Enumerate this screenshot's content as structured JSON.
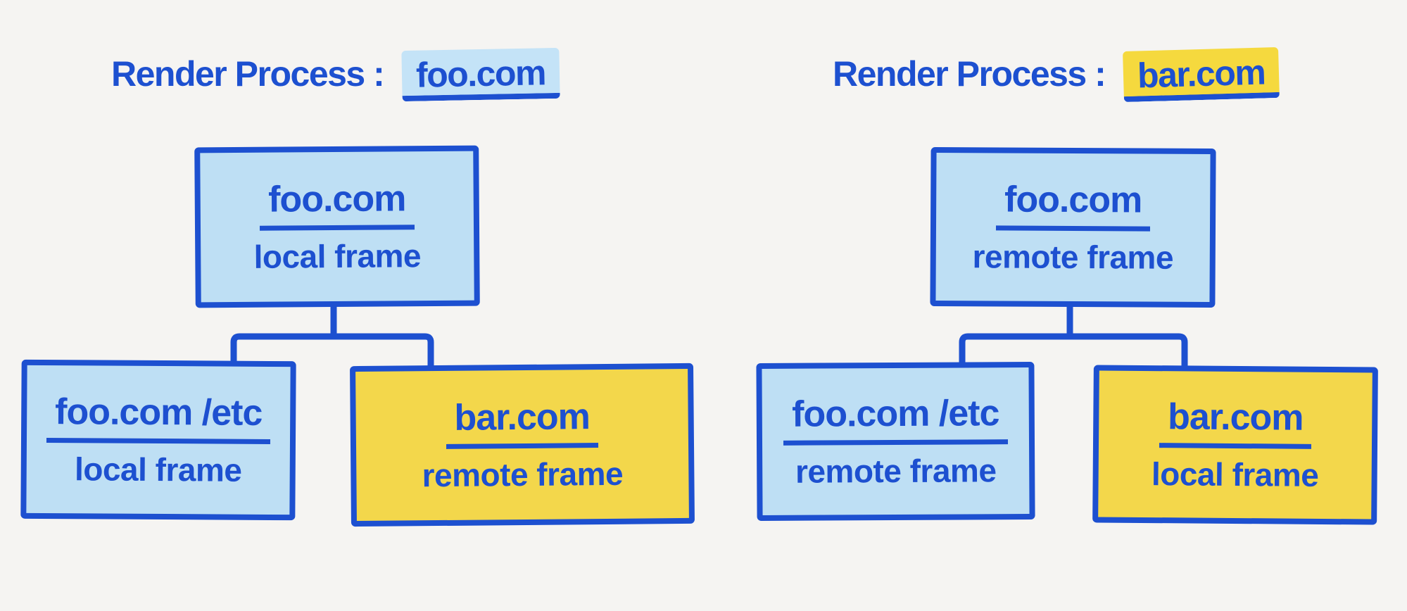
{
  "colors": {
    "bg": "#f5f4f2",
    "ink": "#1d50d0",
    "light_blue": "#bedff4",
    "yellow": "#f3d74b",
    "hl_blue": "#c4e3f7",
    "hl_yellow": "#f5d93e"
  },
  "diagrams": [
    {
      "title_prefix": "Render Process :",
      "title_domain": "foo.com",
      "title_highlight": "blue",
      "root": {
        "domain": "foo.com",
        "frame_type": "local frame",
        "fill": "blue"
      },
      "children": [
        {
          "domain": "foo.com /etc",
          "frame_type": "local frame",
          "fill": "blue"
        },
        {
          "domain": "bar.com",
          "frame_type": "remote frame",
          "fill": "yellow"
        }
      ]
    },
    {
      "title_prefix": "Render Process :",
      "title_domain": "bar.com",
      "title_highlight": "yellow",
      "root": {
        "domain": "foo.com",
        "frame_type": "remote frame",
        "fill": "blue"
      },
      "children": [
        {
          "domain": "foo.com /etc",
          "frame_type": "remote frame",
          "fill": "blue"
        },
        {
          "domain": "bar.com",
          "frame_type": "local frame",
          "fill": "yellow"
        }
      ]
    }
  ]
}
